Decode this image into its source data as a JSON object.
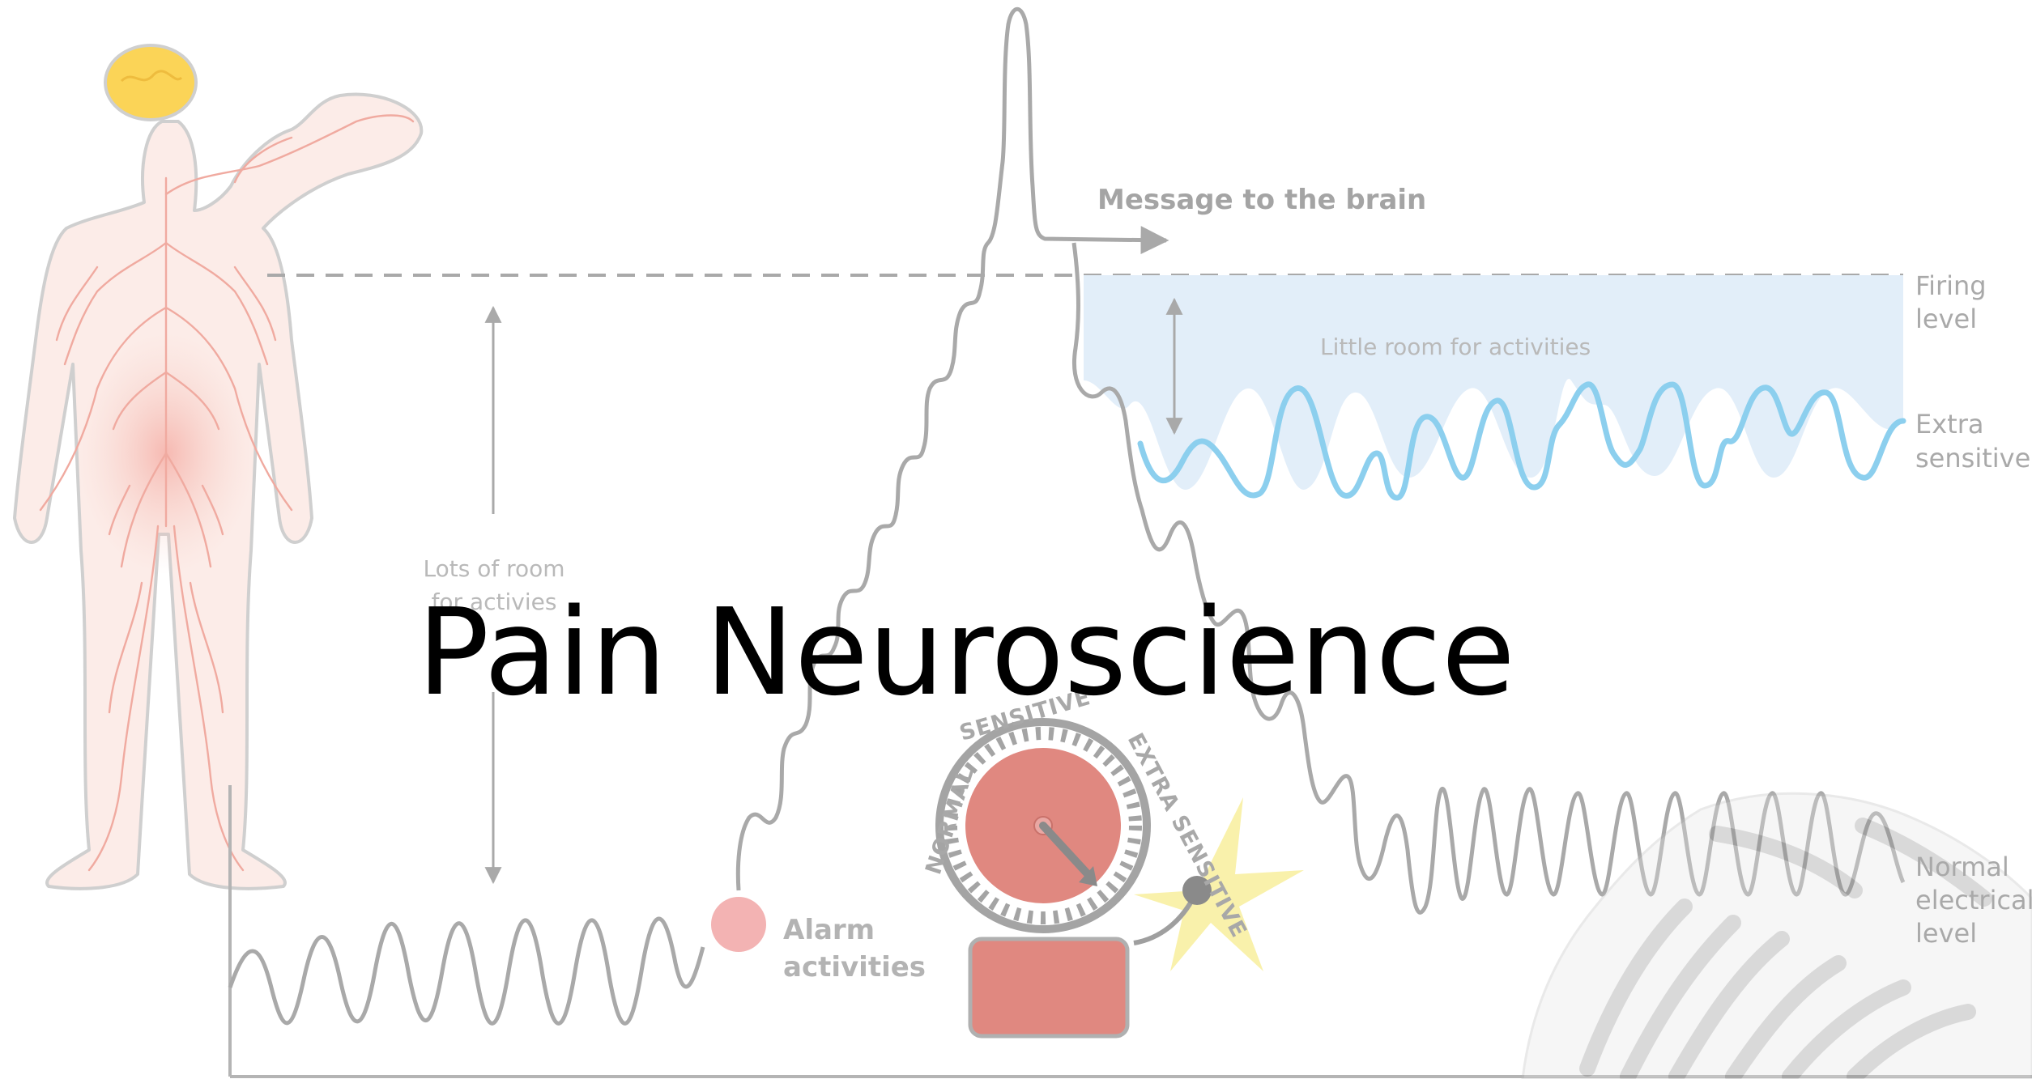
{
  "slide": {
    "title": "Pain Neuroscience"
  },
  "diagram": {
    "labels": {
      "message": "Message to the brain",
      "firing_line1": "Firing",
      "firing_line2": "level",
      "little_room": "Little room for activities",
      "extra_line1": "Extra",
      "extra_line2": "sensitive",
      "lots_line1": "Lots of room",
      "lots_line2": "for activies",
      "alarm_line1": "Alarm",
      "alarm_line2": "activities",
      "normal_line1": "Normal",
      "normal_line2": "electrical",
      "normal_line3": "level"
    },
    "dial": {
      "normal": "NORMAL",
      "sensitive": "SENSITIVE",
      "extra_sensitive": "EXTRA SENSITIVE"
    },
    "colors": {
      "wave": "#aaaaaa",
      "sensitive_wave": "#8ccfee",
      "sensitive_zone": "#e2eef9",
      "threshold": "#a9a9a9",
      "alarm": "#f3b3b3",
      "bell": "#e08880",
      "spark": "#f8ee9c",
      "title": "#000000"
    }
  }
}
